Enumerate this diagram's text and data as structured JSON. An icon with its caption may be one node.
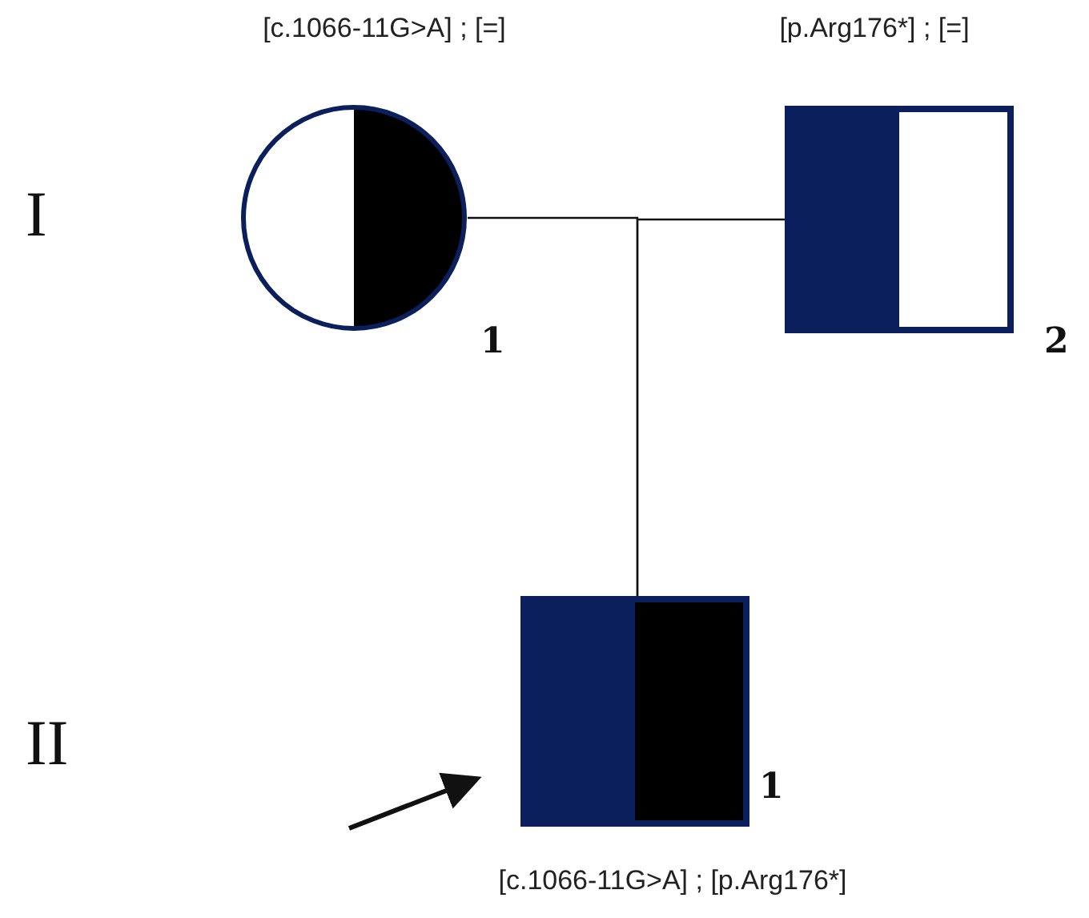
{
  "diagram": {
    "nodes": [
      {
        "text": [],
        "shape": "circle",
        "beside": [
          "[c.1066-11G>A] ; [=]",
          "1"
        ]
      },
      {
        "text": [],
        "shape": "box",
        "beside": [
          "[p.Arg176*] ; [=]",
          "2"
        ]
      },
      {
        "text": [],
        "shape": "box",
        "beside": [
          "1",
          "[c.1066-11G>A] ; [p.Arg176*]"
        ]
      }
    ],
    "edges": [
      {
        "from": 0,
        "to": 2,
        "arrow": "none"
      },
      {
        "from": 1,
        "to": 2,
        "arrow": "none"
      },
      {
        "from": null,
        "to": 2,
        "arrow": "to",
        "style": "thick"
      }
    ],
    "labels": [
      "I",
      "II"
    ]
  }
}
